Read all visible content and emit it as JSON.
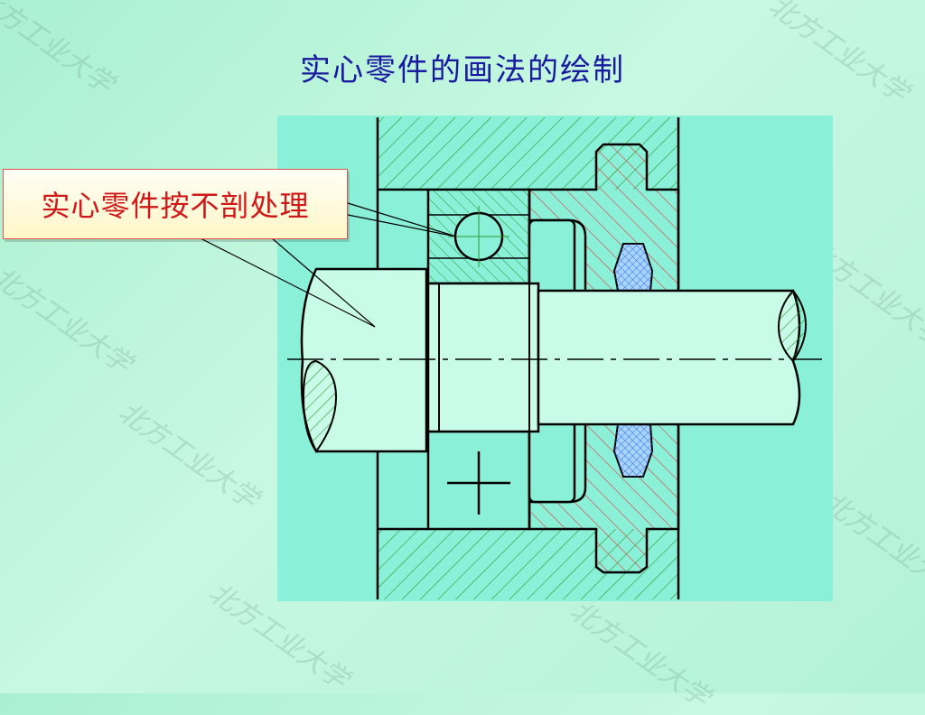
{
  "slide": {
    "title": "实心零件的画法的绘制",
    "callout": "实心零件按不剖处理",
    "watermark_text": "北方工业大学"
  },
  "colors": {
    "title": "#1a1aa0",
    "callout_text": "#d01818",
    "panel": "#8af0d8",
    "outline": "#000000",
    "hatch_green": "#2a9a2a",
    "hatch_red": "#e04848",
    "hatch_blue": "#3070e0",
    "seal_fill": "#a8d4ff"
  }
}
